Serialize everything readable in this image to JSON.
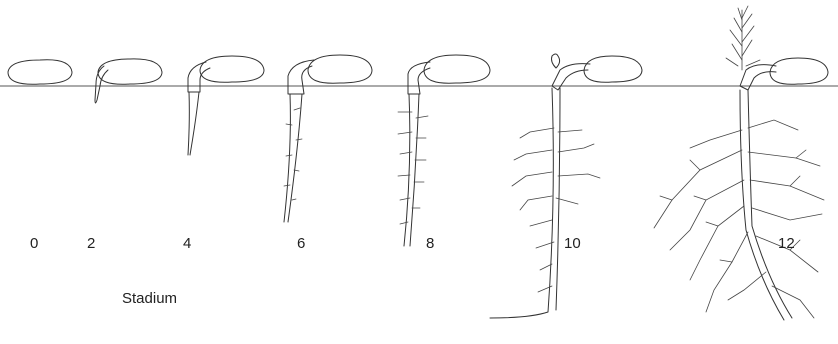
{
  "stage_labels": [
    "0",
    "2",
    "4",
    "6",
    "8",
    "10",
    "12"
  ],
  "axis_caption": "Stadium"
}
